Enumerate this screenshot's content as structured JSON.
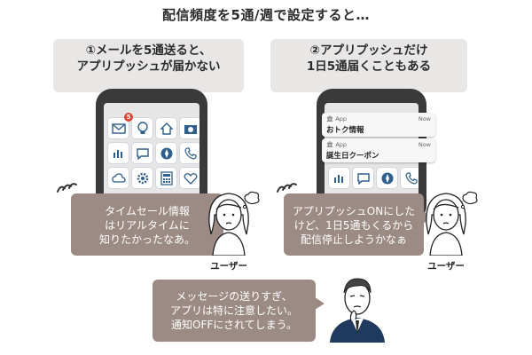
{
  "title": "配信頻度を5通/週で設定すると…",
  "left_panel": {
    "header_line1": "①メールを5通送ると、",
    "header_line2": "アプリプッシュが届かない",
    "badge_count": "5",
    "speech_line1": "タイムセール情報",
    "speech_line2": "はリアルタイムに",
    "speech_line3": "知りたかったなあ。",
    "user_label": "ユーザー"
  },
  "right_panel": {
    "header_line1": "②アプリプッシュだけ",
    "header_line2": "1日5通届くこともある",
    "notifications": [
      {
        "app": "App",
        "time": "Now",
        "body": "おトク情報"
      },
      {
        "app": "App",
        "time": "Now",
        "body": "誕生日クーポン"
      }
    ],
    "speech_line1": "アプリプッシュONにした",
    "speech_line2": "けど、1日5通もくるから",
    "speech_line3": "配信停止しようかなぁ",
    "user_label": "ユーザー"
  },
  "bottom": {
    "speech_line1": "メッセージの送りすぎ、",
    "speech_line2": "アプリは特に注意したい。",
    "speech_line3": "通知OFFにされてしまう。"
  },
  "icons": [
    "mail-icon",
    "bulb-icon",
    "home-icon",
    "camera-icon",
    "chart-icon",
    "chat-icon",
    "compass-icon",
    "phone-icon",
    "cloud-icon",
    "gear-icon",
    "calculator-icon",
    "heart-icon",
    "building-icon",
    "user-icon"
  ],
  "colors": {
    "header_bg": "#e9e6e6",
    "speech_bg": "#9b8b84",
    "phone_body": "#3a3a3a",
    "icon_blue": "#2f5f8c",
    "badge_red": "#d9462f"
  }
}
